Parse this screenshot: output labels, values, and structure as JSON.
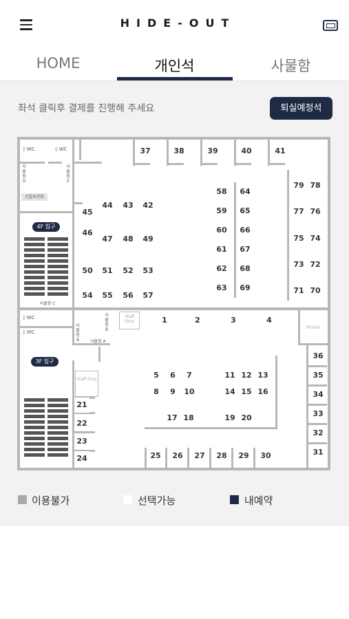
{
  "header": {
    "title": "HIDE-OUT"
  },
  "tabs": [
    {
      "label": "HOME"
    },
    {
      "label": "개인석"
    },
    {
      "label": "사물함"
    }
  ],
  "instruction": "좌석 클릭후 결제를 진행해 주세요",
  "checkout_button": "퇴실예정석",
  "map": {
    "floor4_entrance": "4F 입구",
    "floor3_entrance": "3F 입구",
    "wc_label": "WC",
    "locker_c": "사물함 C",
    "locker_a": "사물함 A",
    "locker_d": "사물함 D",
    "locker_e": "사물함 E",
    "locker_b": "사물함 B",
    "storage": "신발보관함",
    "staff_only": "Staff Only",
    "printer": "Printer",
    "seats": [
      "1",
      "2",
      "3",
      "4",
      "5",
      "6",
      "7",
      "8",
      "9",
      "10",
      "11",
      "12",
      "13",
      "14",
      "15",
      "16",
      "17",
      "18",
      "19",
      "20",
      "21",
      "22",
      "23",
      "24",
      "25",
      "26",
      "27",
      "28",
      "29",
      "30",
      "31",
      "32",
      "33",
      "34",
      "35",
      "36",
      "37",
      "38",
      "39",
      "40",
      "41",
      "42",
      "43",
      "44",
      "45",
      "46",
      "47",
      "48",
      "49",
      "50",
      "51",
      "52",
      "53",
      "54",
      "55",
      "56",
      "57",
      "58",
      "59",
      "60",
      "61",
      "62",
      "63",
      "64",
      "65",
      "66",
      "67",
      "68",
      "69",
      "70",
      "71",
      "72",
      "73",
      "74",
      "75",
      "76",
      "77",
      "78",
      "79"
    ]
  },
  "legend": {
    "unavailable": "이용불가",
    "available": "선택가능",
    "my_reservation": "내예약"
  },
  "colors": {
    "navy": "#1f2a44",
    "unavailable": "#a9a9a9",
    "available": "#ffffff"
  }
}
